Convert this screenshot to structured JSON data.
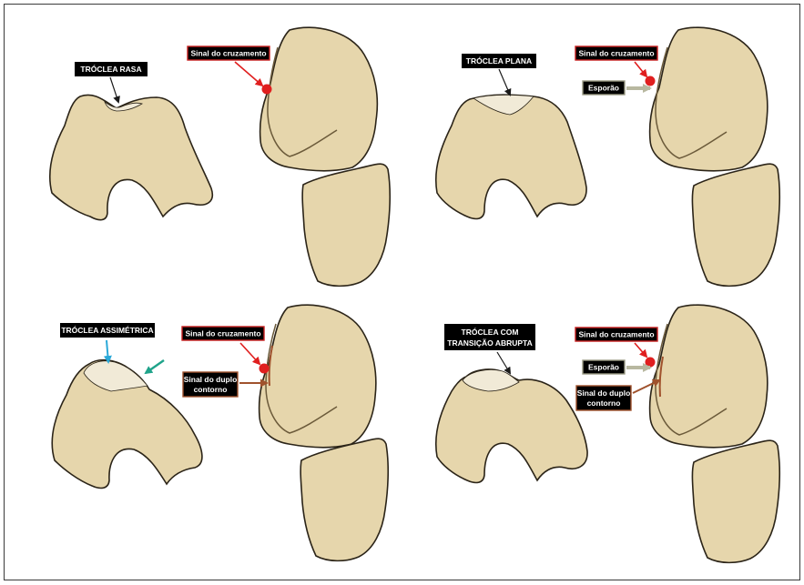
{
  "colors": {
    "bone": "#e6d6ac",
    "bone_dark": "#dfcd9e",
    "outline": "#2b2418",
    "cartilage": "#f1ead7",
    "label_bg": "#000000",
    "label_text": "#ffffff",
    "red_marker": "#e01f1f",
    "red_border": "#c82020",
    "gray_border": "#9a9a84",
    "brown_line": "#a0522d",
    "cyan_arrow": "#2aa8d8",
    "teal_arrow": "#1fa38a"
  },
  "panels": [
    {
      "id": "top-left",
      "trochlea_label": [
        "TRÓCLEA RASA"
      ],
      "crossing_sign": "Sinal do cruzamento"
    },
    {
      "id": "top-right",
      "trochlea_label": [
        "TRÓCLEA PLANA"
      ],
      "crossing_sign": "Sinal do cruzamento",
      "spur": "Esporão"
    },
    {
      "id": "bottom-left",
      "trochlea_label": [
        "TRÓCLEA ASSIMÉTRICA"
      ],
      "crossing_sign": "Sinal do cruzamento",
      "double_contour": [
        "Sinal do duplo",
        "contorno"
      ]
    },
    {
      "id": "bottom-right",
      "trochlea_label": [
        "TRÓCLEA COM",
        "TRANSIÇÃO ABRUPTA"
      ],
      "crossing_sign": "Sinal do cruzamento",
      "spur": "Esporão",
      "double_contour": [
        "Sinal do duplo",
        "contorno"
      ]
    }
  ]
}
